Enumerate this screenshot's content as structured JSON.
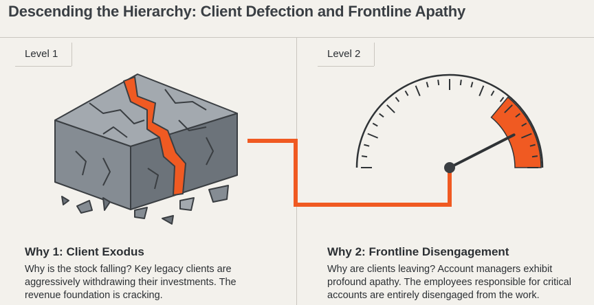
{
  "title": "Descending the Hierarchy: Client Defection and Frontline Apathy",
  "colors": {
    "background": "#f3f1ec",
    "accent": "#f05a22",
    "block": "#7b8289",
    "dial": "#2f3336"
  },
  "panels": [
    {
      "level_label": "Level 1",
      "heading": "Why 1: Client Exodus",
      "body": "Why is the stock falling? Key legacy clients are aggressively withdrawing their investments. The revenue foundation is cracking.",
      "illustration": "cracked-block-icon"
    },
    {
      "level_label": "Level 2",
      "heading": "Why 2: Frontline Disengagement",
      "body": "Why are clients leaving? Account managers exhibit profound apathy. The employees responsible for critical accounts are entirely disengaged from the work.",
      "illustration": "gauge-icon"
    }
  ],
  "gauge": {
    "level": 0.85
  }
}
